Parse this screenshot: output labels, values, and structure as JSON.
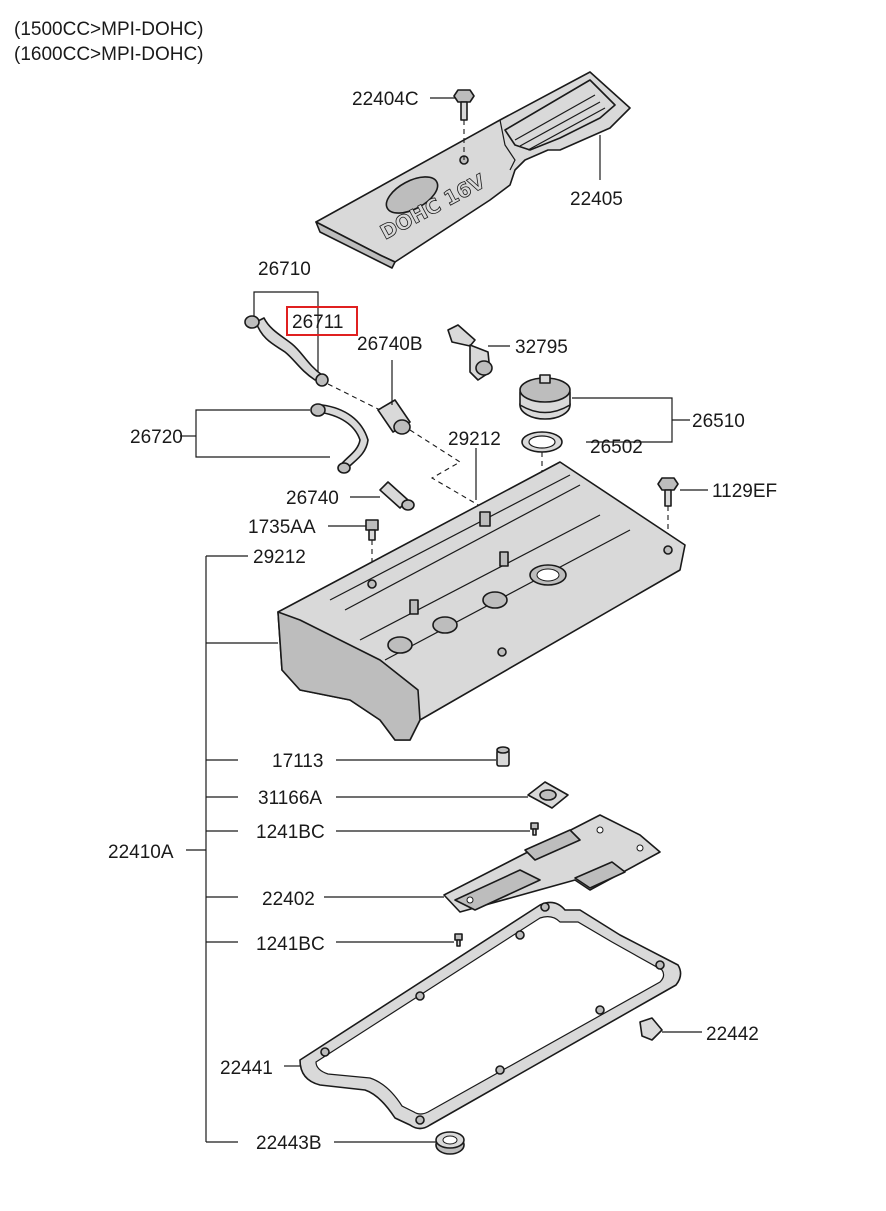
{
  "header": {
    "line1": "(1500CC>MPI-DOHC)",
    "line2": "(1600CC>MPI-DOHC)"
  },
  "cover_emboss": "DOHC 16V",
  "highlight_color": "#e02020",
  "labels": {
    "p22404C": "22404C",
    "p22405": "22405",
    "p26710": "26710",
    "p26711": "26711",
    "p26740B": "26740B",
    "p32795": "32795",
    "p26510": "26510",
    "p26502": "26502",
    "p26720": "26720",
    "p29212a": "29212",
    "p26740": "26740",
    "p1129EF": "1129EF",
    "p1735AA": "1735AA",
    "p29212b": "29212",
    "p17113": "17113",
    "p31166A": "31166A",
    "p1241BCa": "1241BC",
    "p22410A": "22410A",
    "p22402": "22402",
    "p1241BCb": "1241BC",
    "p22442": "22442",
    "p22441": "22441",
    "p22443B": "22443B"
  }
}
